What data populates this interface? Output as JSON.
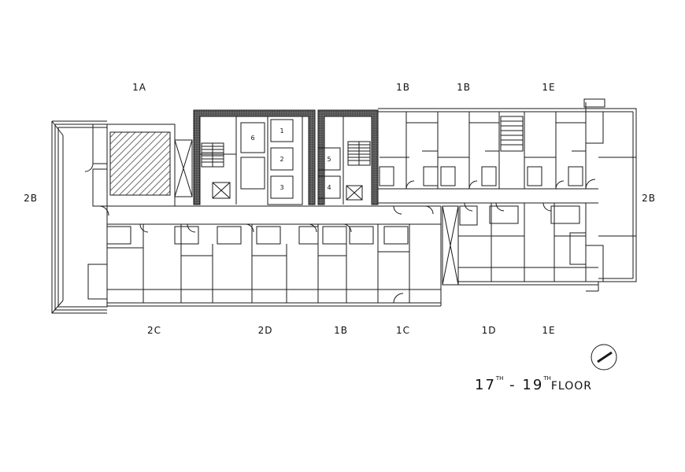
{
  "unit_labels": {
    "top": [
      "1A",
      "1B",
      "1B",
      "1E"
    ],
    "left": "2B",
    "right": "2B",
    "bottom": [
      "2C",
      "2D",
      "1B",
      "1C",
      "1D",
      "1E"
    ]
  },
  "elevators": [
    "6",
    "1",
    "2",
    "3",
    "5",
    "4"
  ],
  "floor_title": {
    "from": "17",
    "dash": " - ",
    "to": "19",
    "ordinal": "TH",
    "word": "FLOOR"
  },
  "colors": {
    "line": "#1a1a1a",
    "wall_fill": "#555555",
    "hatch": "#444444",
    "background": "#ffffff"
  },
  "icons": {
    "compass": "north-arrow-icon"
  }
}
